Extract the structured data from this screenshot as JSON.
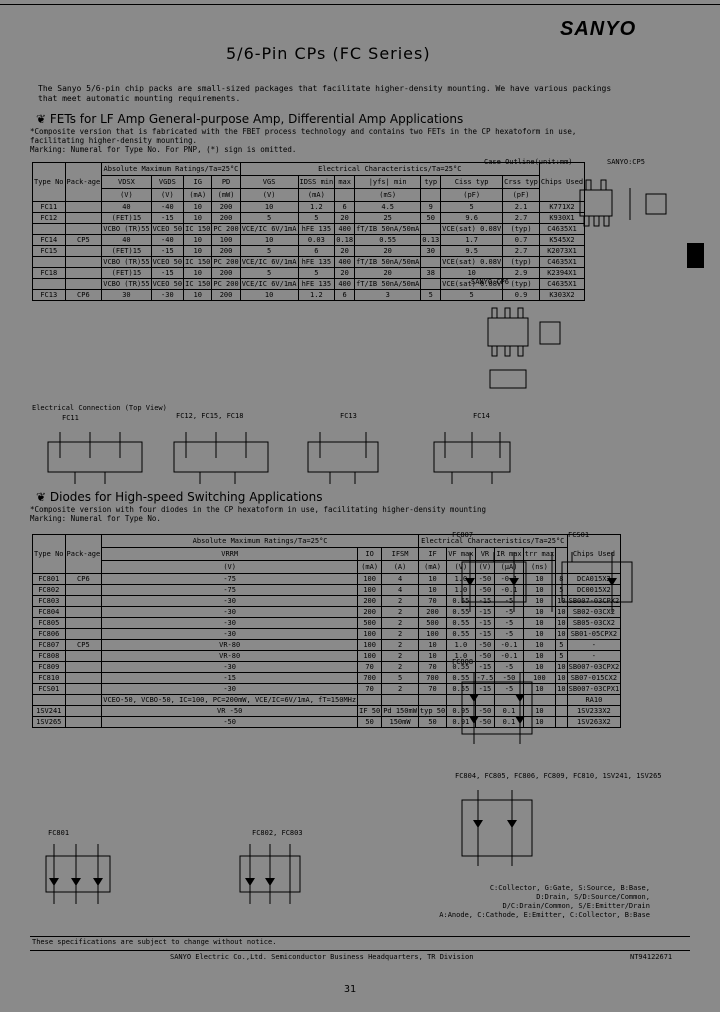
{
  "header": {
    "brand": "SANYO",
    "title": "5/6-Pin CPs (FC Series)"
  },
  "intro": "The Sanyo 5/6-pin chip packs are small-sized packages that facilitate higher-density mounting. We have various packings\nthat meet automatic mounting requirements.",
  "fet_section": {
    "heading": "FETs for LF Amp General-purpose Amp, Differential Amp Applications",
    "notes": "*Composite version that is fabricated with the FBET process technology and contains two FETs in the CP hexatoform in use,\n facilitating higher-density mounting.\nMarking: Numeral for Type No. For PNP, (*) sign is omitted.",
    "header_row": [
      "Type No",
      "Pack-age",
      "Absolute Maximum Ratings/Ta=25°C",
      "Electrical Characteristics/Ta=25°C",
      "Chips Used"
    ],
    "sub_header": [
      "VDSX",
      "VGDS",
      "IG",
      "PD",
      "VGS",
      "IDSS min",
      "max",
      "|yfs| min",
      "typ",
      "Ciss typ",
      "Crss typ"
    ],
    "units": [
      "(V)",
      "(V)",
      "(mA)",
      "(mW)",
      "(V)",
      "(mA)",
      "",
      "(mS)",
      "",
      "(pF)",
      "(pF)"
    ],
    "rows": [
      [
        "FC11",
        "",
        "40",
        "-40",
        "10",
        "200",
        "10",
        "1.2",
        "6",
        "4.5",
        "9",
        "5",
        "2.1",
        "K771X2"
      ],
      [
        "FC12",
        "",
        "(FET)15",
        "-15",
        "10",
        "200",
        "5",
        "5",
        "20",
        "25",
        "50",
        "9.6",
        "2.7",
        "K930X1"
      ],
      [
        "",
        "",
        "VCBO (TR)55",
        "VCEO 50",
        "IC 150",
        "PC 200",
        "VCE/IC 6V/1mA",
        "hFE 135",
        "400",
        "fT/IB 50nA/50mA",
        "",
        "VCE(sat) 0.08V",
        "(typ)",
        "C4635X1"
      ],
      [
        "FC14",
        "CP5",
        "40",
        "-40",
        "10",
        "100",
        "10",
        "0.03",
        "0.18",
        "0.55",
        "0.13",
        "1.7",
        "0.7",
        "K545X2"
      ],
      [
        "FC15",
        "",
        "(FET)15",
        "-15",
        "10",
        "200",
        "5",
        "6",
        "20",
        "20",
        "30",
        "9.5",
        "2.7",
        "K2073X1"
      ],
      [
        "",
        "",
        "VCBO (TR)55",
        "VCEO 50",
        "IC 150",
        "PC 200",
        "VCE/IC 6V/1mA",
        "hFE 135",
        "400",
        "fT/IB 50nA/50mA",
        "",
        "VCE(sat) 0.08V",
        "(typ)",
        "C4635X1"
      ],
      [
        "FC18",
        "",
        "(FET)15",
        "-15",
        "10",
        "200",
        "5",
        "5",
        "20",
        "20",
        "38",
        "10",
        "2.9",
        "K2394X1"
      ],
      [
        "",
        "",
        "VCBO (TR)55",
        "VCEO 50",
        "IC 150",
        "PC 200",
        "VCE/IC 6V/1mA",
        "hFE 135",
        "400",
        "fT/IB 50nA/50mA",
        "",
        "VCE(sat) 0.08V",
        "(typ)",
        "C4635X1"
      ],
      [
        "FC13",
        "CP6",
        "30",
        "-30",
        "10",
        "200",
        "10",
        "1.2",
        "6",
        "3",
        "5",
        "5",
        "0.9",
        "K303X2"
      ]
    ],
    "case_outline": "Case Outline(unit:mm)",
    "cp5_label": "SANYO:CP5",
    "cp6_label": "SANYO:CP6",
    "connection_title": "Electrical Connection (Top View)",
    "connections": [
      "FC11",
      "FC12, FC15, FC18",
      "FC13",
      "FC14"
    ]
  },
  "diode_section": {
    "heading": "Diodes for High-speed Switching Applications",
    "notes": "*Composite version with four diodes in the CP hexatoform in use, facilitating higher-density mounting\nMarking: Numeral for Type No.",
    "header_row": [
      "Type No",
      "Pack-age",
      "Absolute Maximum Ratings/Ta=25°C",
      "Electrical Characteristics/Ta=25°C",
      "Chips Used"
    ],
    "sub_header": [
      "VRRM",
      "IO",
      "IFSM",
      "IF",
      "VF max",
      "VR",
      "IR max",
      "trr max"
    ],
    "units": [
      "(V)",
      "(mA)",
      "(A)",
      "(mA)",
      "(V)",
      "(V)",
      "(µA)",
      "(ns)"
    ],
    "rows": [
      [
        "FC801",
        "CP6",
        "-75",
        "100",
        "4",
        "10",
        "1.0",
        "-50",
        "-0.1",
        "10",
        "8",
        "DCA015X2"
      ],
      [
        "FC802",
        "",
        "-75",
        "100",
        "4",
        "10",
        "1.0",
        "-50",
        "-0.1",
        "10",
        "5",
        "DC0015X2"
      ],
      [
        "FC803",
        "",
        "-30",
        "200",
        "2",
        "70",
        "0.55",
        "-15",
        "-5",
        "10",
        "10",
        "SB007-03CPX2"
      ],
      [
        "FC804",
        "",
        "-30",
        "200",
        "2",
        "200",
        "0.55",
        "-15",
        "-5",
        "10",
        "10",
        "SB02-03CX2"
      ],
      [
        "FC805",
        "",
        "-30",
        "500",
        "2",
        "500",
        "0.55",
        "-15",
        "-5",
        "10",
        "10",
        "SB05-03CX2"
      ],
      [
        "FC806",
        "",
        "-30",
        "100",
        "2",
        "100",
        "0.55",
        "-15",
        "-5",
        "10",
        "10",
        "SB01-05CPX2"
      ],
      [
        "FC807",
        "CP5",
        "VR-80",
        "100",
        "2",
        "10",
        "1.0",
        "-50",
        "-0.1",
        "10",
        "5",
        "-"
      ],
      [
        "FC808",
        "",
        "VR-80",
        "100",
        "2",
        "10",
        "1.0",
        "-50",
        "-0.1",
        "10",
        "5",
        "-"
      ],
      [
        "FC809",
        "",
        "-30",
        "70",
        "2",
        "70",
        "0.55",
        "-15",
        "-5",
        "10",
        "10",
        "SB007-03CPX2"
      ],
      [
        "FC810",
        "",
        "-15",
        "700",
        "5",
        "700",
        "0.55",
        "-7.5",
        "-50",
        "100",
        "10",
        "SB07-015CX2"
      ],
      [
        "FCS01",
        "",
        "-30",
        "70",
        "2",
        "70",
        "0.55",
        "-15",
        "-5",
        "10",
        "10",
        "SB007-03CPX1"
      ],
      [
        "",
        "",
        "VCEO-50, VCBO-50, IC=100, PC=200mW, VCE/IC=6V/1mA, fT=150MHz",
        "",
        "",
        "",
        "",
        "",
        "",
        "",
        "",
        "RA10"
      ],
      [
        "1SV241",
        "",
        "VR -50",
        "IF 50",
        "Pd 150mW",
        "typ 50",
        "0.95",
        "-50",
        "0.1",
        "10",
        "",
        "1SV233X2"
      ],
      [
        "1SV265",
        "",
        "-50",
        "50",
        "150mW",
        "50",
        "0.91",
        "-50",
        "0.1",
        "10",
        "",
        "1SV263X2"
      ]
    ],
    "diagram_labels": [
      "FC807",
      "FCS01",
      "FC808",
      "FC801",
      "FC802, FC803",
      "FC804, FC805, FC806, FC809, FC810, 1SV241, 1SV265"
    ]
  },
  "legend": "C:Collector, G:Gate, S:Source, B:Base,\nD:Drain, S/D:Source/Common,\nD/C:Drain/Common, S/E:Emitter/Drain\nA:Anode, C:Cathode, E:Emitter, C:Collector, B:Base",
  "footer": {
    "notice": "These specifications are subject to change without notice.",
    "company": "SANYO Electric Co.,Ltd. Semiconductor Business Headquarters, TR Division",
    "code": "NT94122671",
    "page": "31"
  }
}
